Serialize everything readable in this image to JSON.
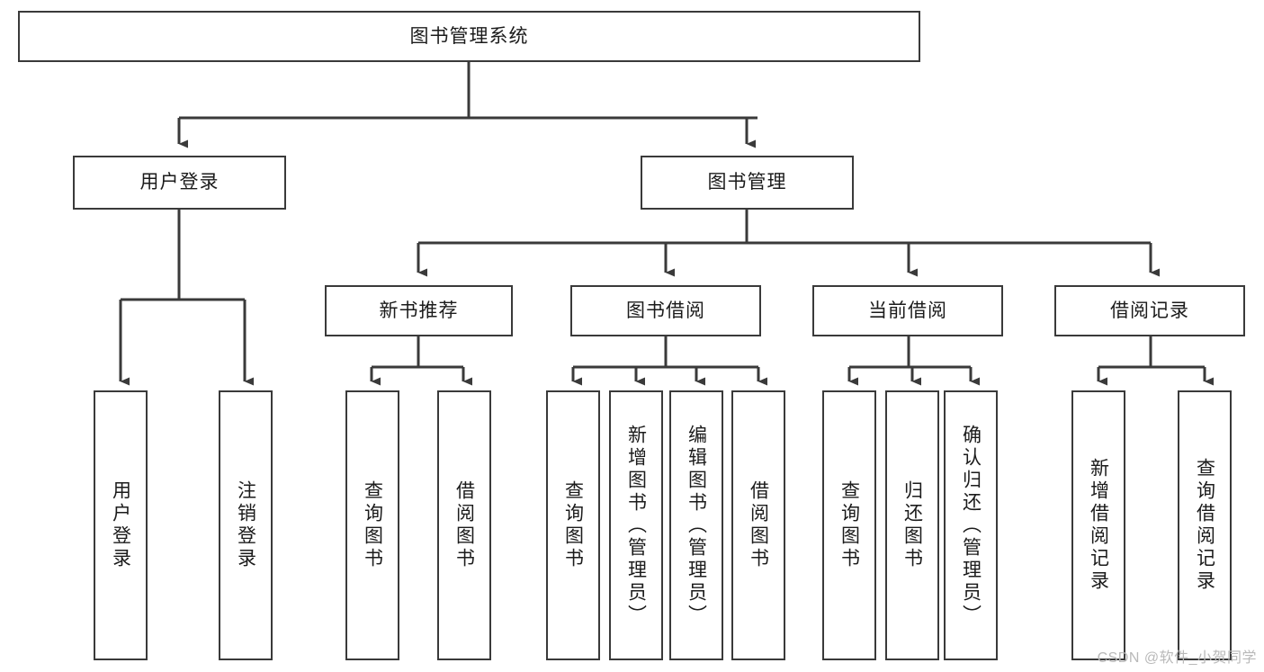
{
  "diagram": {
    "title_node": {
      "label": "图书管理系统"
    },
    "level1": [
      {
        "id": "user-login",
        "label": "用户登录"
      },
      {
        "id": "book-manage",
        "label": "图书管理"
      }
    ],
    "level2": [
      {
        "id": "new-book-recommend",
        "label": "新书推荐"
      },
      {
        "id": "book-borrow",
        "label": "图书借阅"
      },
      {
        "id": "current-borrow",
        "label": "当前借阅"
      },
      {
        "id": "borrow-record",
        "label": "借阅记录"
      }
    ],
    "leaves": {
      "user_login": [
        {
          "id": "leaf-user-login",
          "label": "用户登录"
        },
        {
          "id": "leaf-logout-login",
          "label": "注销登录"
        }
      ],
      "new_book_recommend": [
        {
          "id": "leaf-query-book-1",
          "label": "查询图书"
        },
        {
          "id": "leaf-borrow-book-1",
          "label": "借阅图书"
        }
      ],
      "book_borrow": [
        {
          "id": "leaf-query-book-2",
          "label": "查询图书"
        },
        {
          "id": "leaf-add-book",
          "label": "新增图书（管理员）"
        },
        {
          "id": "leaf-edit-book",
          "label": "编辑图书（管理员）"
        },
        {
          "id": "leaf-borrow-book-2",
          "label": "借阅图书"
        }
      ],
      "current_borrow": [
        {
          "id": "leaf-query-book-3",
          "label": "查询图书"
        },
        {
          "id": "leaf-return-book",
          "label": "归还图书"
        },
        {
          "id": "leaf-confirm-return",
          "label": "确认归还（管理员）"
        }
      ],
      "borrow_record": [
        {
          "id": "leaf-add-record",
          "label": "新增借阅记录"
        },
        {
          "id": "leaf-query-record",
          "label": "查询借阅记录"
        }
      ]
    },
    "watermark": "CSDN @软件_小贺同学",
    "colors": {
      "stroke": "#3a3a3a",
      "background": "#ffffff",
      "text": "#1b1b1b",
      "watermark": "#b9b9b9"
    }
  }
}
